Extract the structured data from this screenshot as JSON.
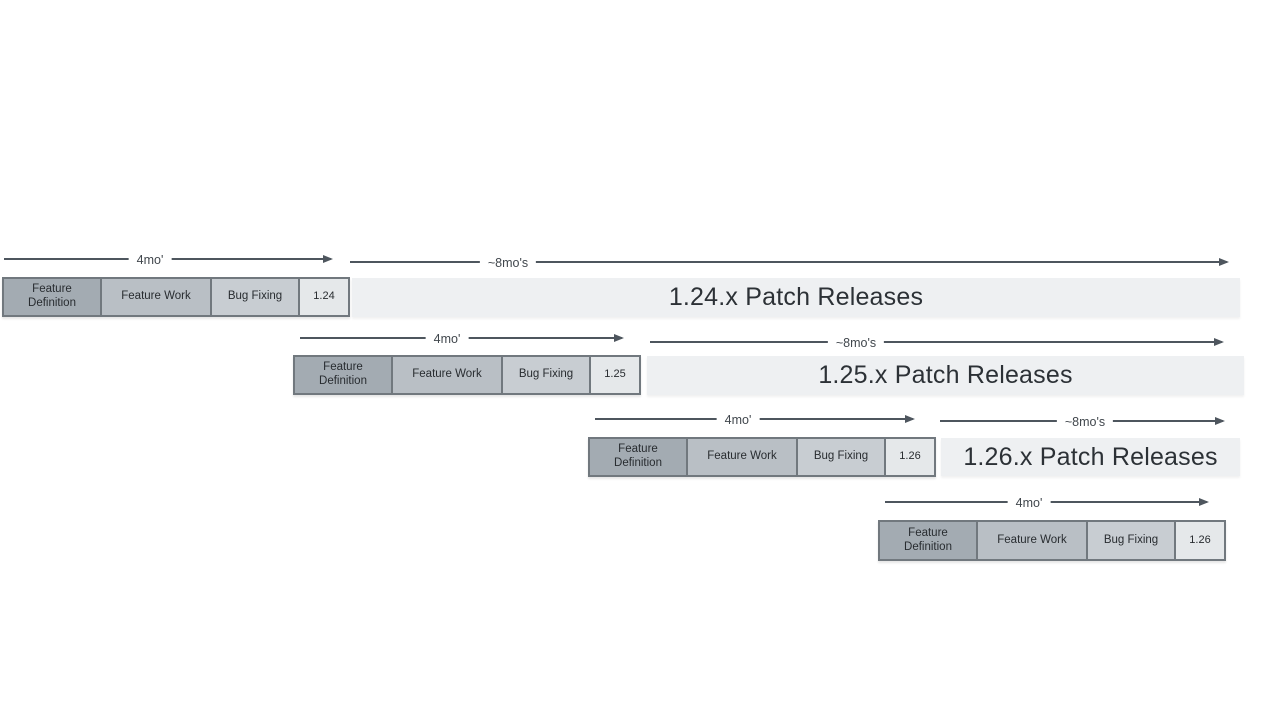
{
  "diagram": {
    "title_semantics": "Release cadence timeline",
    "arrow_labels": {
      "dev_cycle": "4mo'",
      "patch_support": "~8mo's"
    },
    "phases": [
      "Feature Definition",
      "Feature Work",
      "Bug Fixing"
    ],
    "rows": [
      {
        "version": "1.24",
        "patch_label": "1.24.x Patch Releases"
      },
      {
        "version": "1.25",
        "patch_label": "1.25.x Patch Releases"
      },
      {
        "version": "1.26",
        "patch_label": "1.26.x Patch Releases"
      },
      {
        "version": "1.26",
        "patch_label": ""
      }
    ],
    "colors": {
      "feature_definition_fill": "#a3abb2",
      "feature_work_fill": "#b9bfc5",
      "bug_fixing_fill": "#c8cdd2",
      "version_fill": "#e5e8ea",
      "patch_bar_fill": "#eef0f2",
      "box_border": "#71787e",
      "arrow": "#4e565e",
      "text": "#2c3136"
    }
  }
}
